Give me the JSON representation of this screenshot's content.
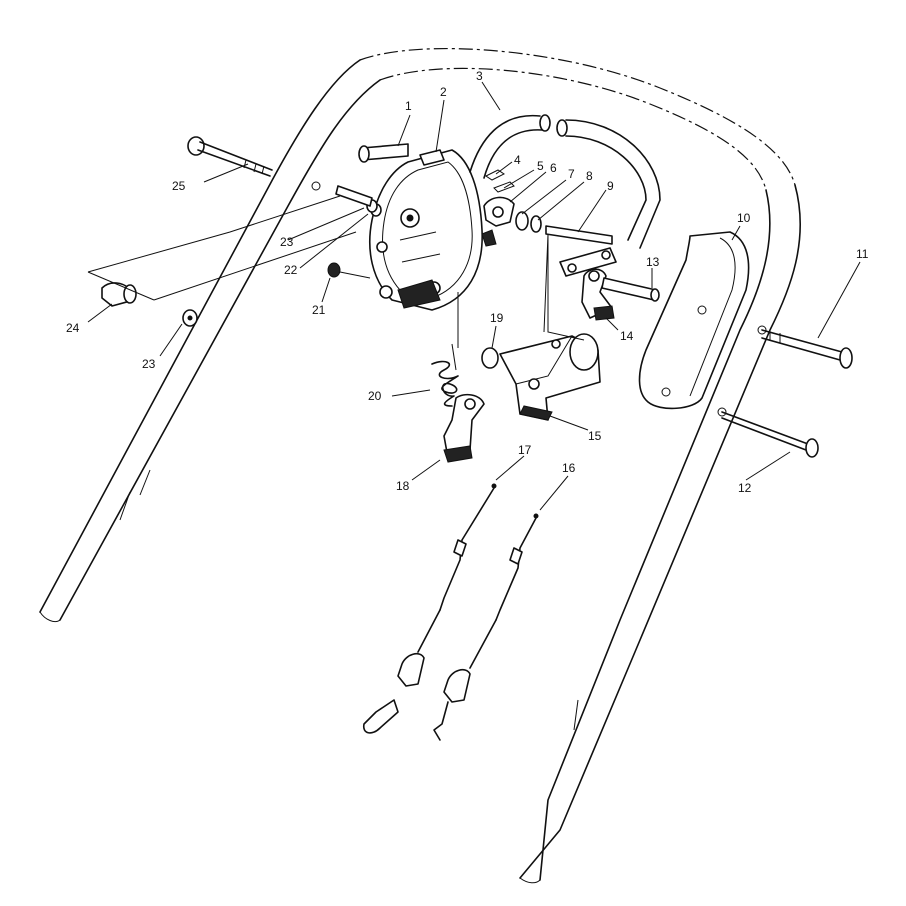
{
  "diagram": {
    "style": "exploded parts view",
    "line_color": "#111111",
    "background": "#ffffff"
  },
  "parts": [
    {
      "id": "1",
      "label": "1"
    },
    {
      "id": "2",
      "label": "2"
    },
    {
      "id": "3",
      "label": "3"
    },
    {
      "id": "4",
      "label": "4"
    },
    {
      "id": "5",
      "label": "5"
    },
    {
      "id": "6",
      "label": "6"
    },
    {
      "id": "7",
      "label": "7"
    },
    {
      "id": "8",
      "label": "8"
    },
    {
      "id": "9",
      "label": "9"
    },
    {
      "id": "10",
      "label": "10"
    },
    {
      "id": "11",
      "label": "11"
    },
    {
      "id": "12",
      "label": "12"
    },
    {
      "id": "13",
      "label": "13"
    },
    {
      "id": "14",
      "label": "14"
    },
    {
      "id": "15",
      "label": "15"
    },
    {
      "id": "16",
      "label": "16"
    },
    {
      "id": "17",
      "label": "17"
    },
    {
      "id": "18",
      "label": "18"
    },
    {
      "id": "19",
      "label": "19"
    },
    {
      "id": "20",
      "label": "20"
    },
    {
      "id": "21",
      "label": "21"
    },
    {
      "id": "22",
      "label": "22"
    },
    {
      "id": "23a",
      "label": "23"
    },
    {
      "id": "23b",
      "label": "23"
    },
    {
      "id": "24",
      "label": "24"
    },
    {
      "id": "25",
      "label": "25"
    }
  ]
}
